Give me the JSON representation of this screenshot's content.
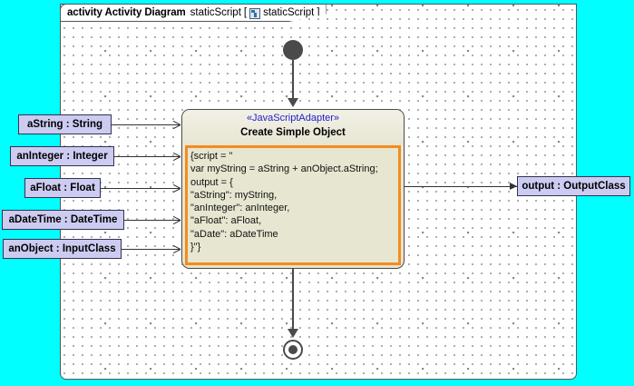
{
  "frame": {
    "keyword": "activity Activity Diagram",
    "name": "staticScript",
    "bracket_open": "[",
    "icon": "static-script-icon",
    "qualifier": "staticScript",
    "bracket_close": "]"
  },
  "nodes": {
    "initial": "initial-node",
    "final": "activity-final-node"
  },
  "action": {
    "stereotype": "«JavaScriptAdapter»",
    "name": "Create Simple Object",
    "body": "{script = \"\nvar myString = aString + anObject.aString;\noutput = {\n\"aString\": myString,\n\"anInteger\": anInteger,\n\"aFloat\": aFloat,\n\"aDate\": aDateTime\n}\"}",
    "body_lines": [
      "{script = \"",
      "var myString = aString + anObject.aString;",
      "output = {",
      "\"aString\": myString,",
      "\"anInteger\": anInteger,",
      "\"aFloat\": aFloat,",
      "\"aDate\": aDateTime",
      "}\"}"
    ]
  },
  "inputs": [
    {
      "label": "aString : String",
      "name": "aString",
      "type": "String"
    },
    {
      "label": "anInteger : Integer",
      "name": "anInteger",
      "type": "Integer"
    },
    {
      "label": "aFloat : Float",
      "name": "aFloat",
      "type": "Float"
    },
    {
      "label": "aDateTime : DateTime",
      "name": "aDateTime",
      "type": "DateTime"
    },
    {
      "label": "anObject : InputClass",
      "name": "anObject",
      "type": "InputClass"
    }
  ],
  "outputs": [
    {
      "label": "output : OutputClass",
      "name": "output",
      "type": "OutputClass"
    }
  ],
  "colors": {
    "canvas_background": "#00ffff",
    "frame_background": "#ffffff",
    "action_fill": "#e7e5d2",
    "action_highlight_border": "#f58b1f",
    "pin_fill": "#ccccf2",
    "stereotype_text": "#2222cc",
    "connector": "#4a4a4a"
  }
}
